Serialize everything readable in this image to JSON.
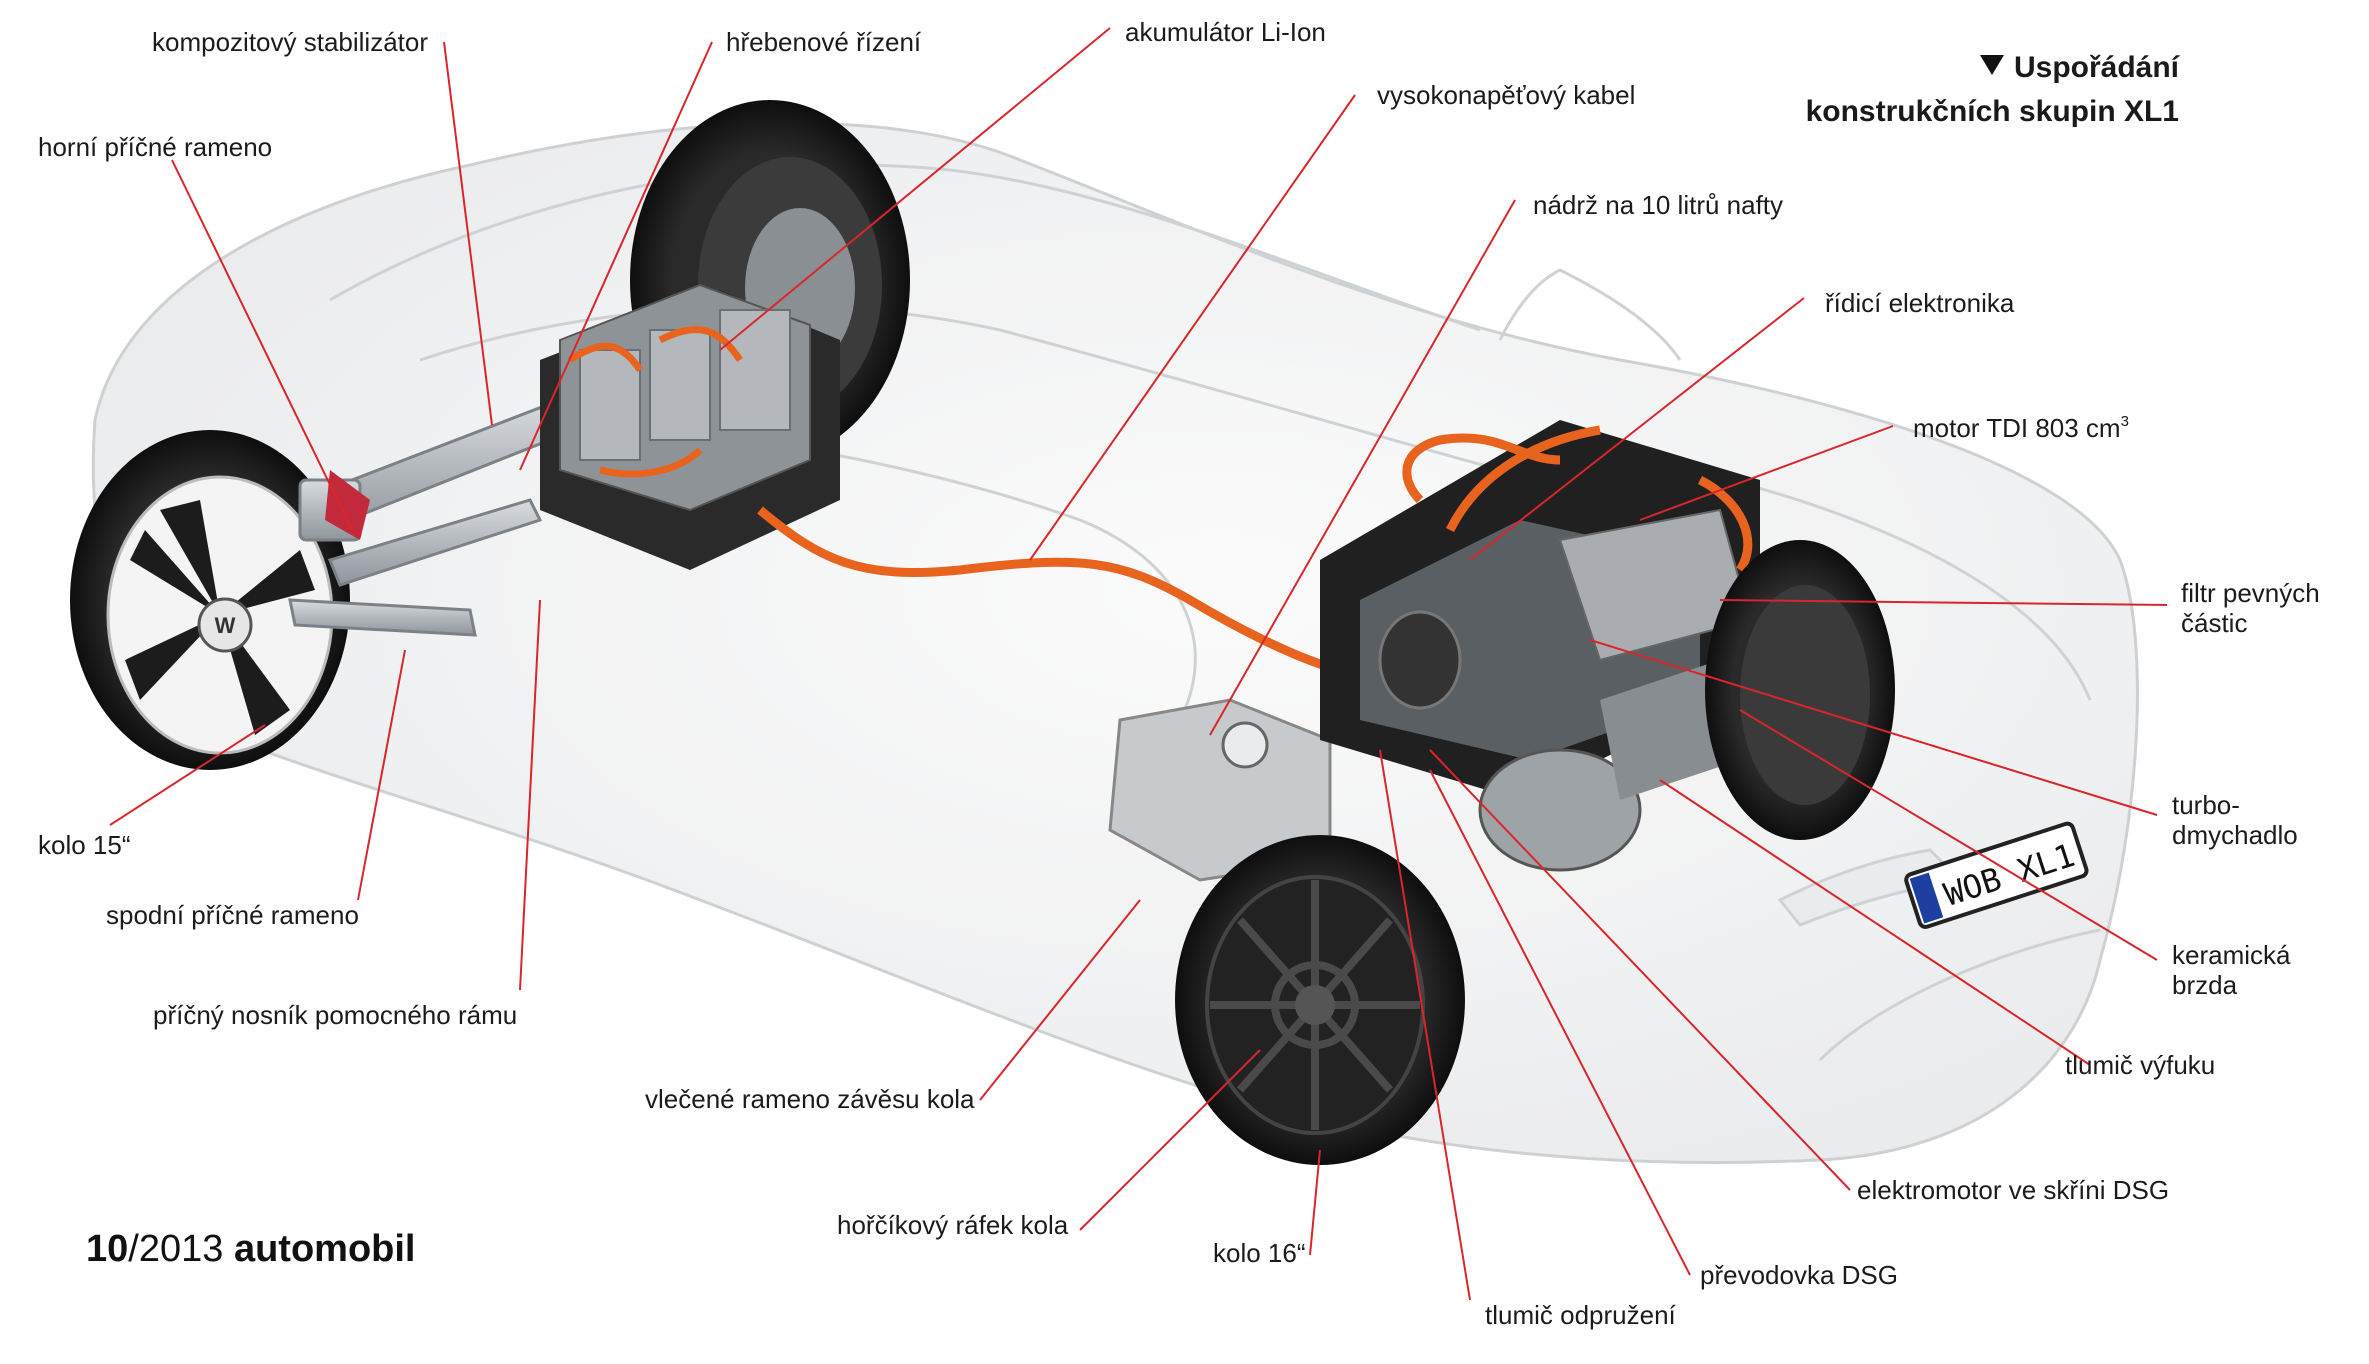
{
  "heading": {
    "line1": "Uspořádání",
    "line2": "konstrukčních skupin XL1"
  },
  "footer": {
    "issue": "10",
    "year": "/2013",
    "magazine": "automobil"
  },
  "labels": {
    "stabilizator": "kompozitový stabilizátor",
    "horni_rameno": "horní příčné rameno",
    "hrebenove_rizeni": "hřebenové řízení",
    "akumulator": "akumulátor Li-Ion",
    "kabel": "vysokonapěťový kabel",
    "nadrz": "nádrž na 10 litrů nafty",
    "elektronika": "řídicí elektronika",
    "motor_text": "motor TDI 803 cm",
    "motor_sup": "3",
    "filtr_1": "filtr pevných",
    "filtr_2": "částic",
    "turbo_1": "turbo-",
    "turbo_2": "dmychadlo",
    "brzda_1": "keramická",
    "brzda_2": "brzda",
    "tlumic_vyfuku": "tlumič výfuku",
    "elektromotor": "elektromotor ve skříni DSG",
    "prevodovka": "převodovka DSG",
    "tlumic_odpruzeni": "tlumič odpružení",
    "kolo16": "kolo 16“",
    "rafek": "hořčíkový ráfek kola",
    "vlecene": "vlečené rameno závěsu kola",
    "nosnik": "příčný nosník pomocného rámu",
    "spodni_rameno": "spodní příčné rameno",
    "kolo15": "kolo 15“"
  },
  "plate": "WOB XL1",
  "colors": {
    "leader": "#d8262b",
    "cable": "#e8641e",
    "body_outline": "#c9cccf",
    "body_fill": "#f2f3f4",
    "tire": "#1b1b1b"
  }
}
